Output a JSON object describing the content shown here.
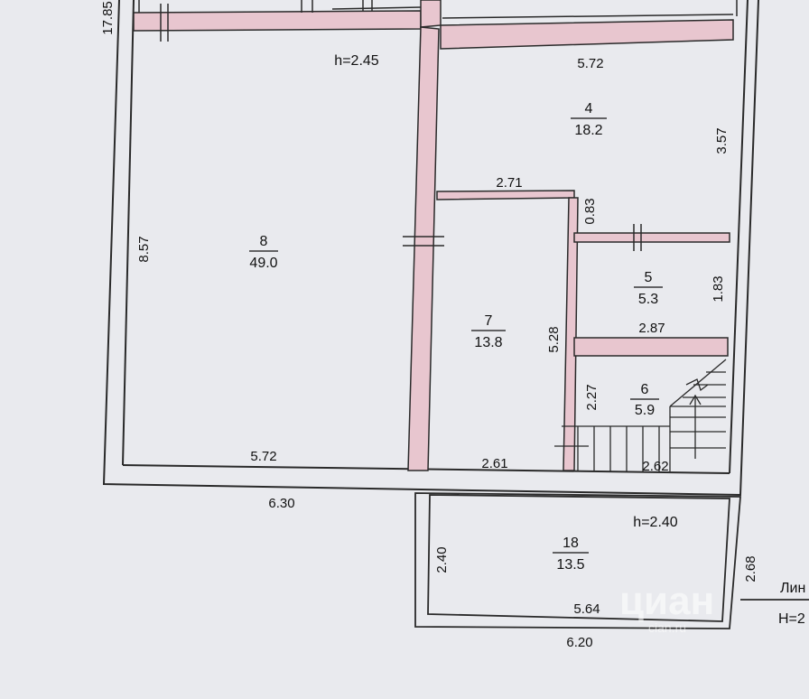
{
  "plan": {
    "top_left_dim": "17.85",
    "rooms": [
      {
        "id": "room-8",
        "number": "8",
        "area": "49.0"
      },
      {
        "id": "room-4",
        "number": "4",
        "area": "18.2"
      },
      {
        "id": "room-7",
        "number": "7",
        "area": "13.8"
      },
      {
        "id": "room-5",
        "number": "5",
        "area": "5.3"
      },
      {
        "id": "room-6",
        "number": "6",
        "area": "5.9"
      },
      {
        "id": "room-18",
        "number": "18",
        "area": "13.5"
      }
    ],
    "heights": {
      "main": "h=2.45",
      "lower": "h=2.40"
    },
    "dimensions": {
      "d572_top": "5.72",
      "d357": "3.57",
      "d271": "2.71",
      "d083": "0.83",
      "d857": "8.57",
      "d183": "1.83",
      "d287": "2.87",
      "d528": "5.28",
      "d227": "2.27",
      "d572_bottom": "5.72",
      "d261": "2.61",
      "d262": "2.62",
      "d630": "6.30",
      "d240": "2.40",
      "d268": "2.68",
      "d564": "5.64",
      "d620": "6.20"
    },
    "side_text": {
      "line1": "Лин",
      "line2": "H=2"
    },
    "watermark": {
      "brand": "циан",
      "sub": "cian.ru"
    }
  }
}
